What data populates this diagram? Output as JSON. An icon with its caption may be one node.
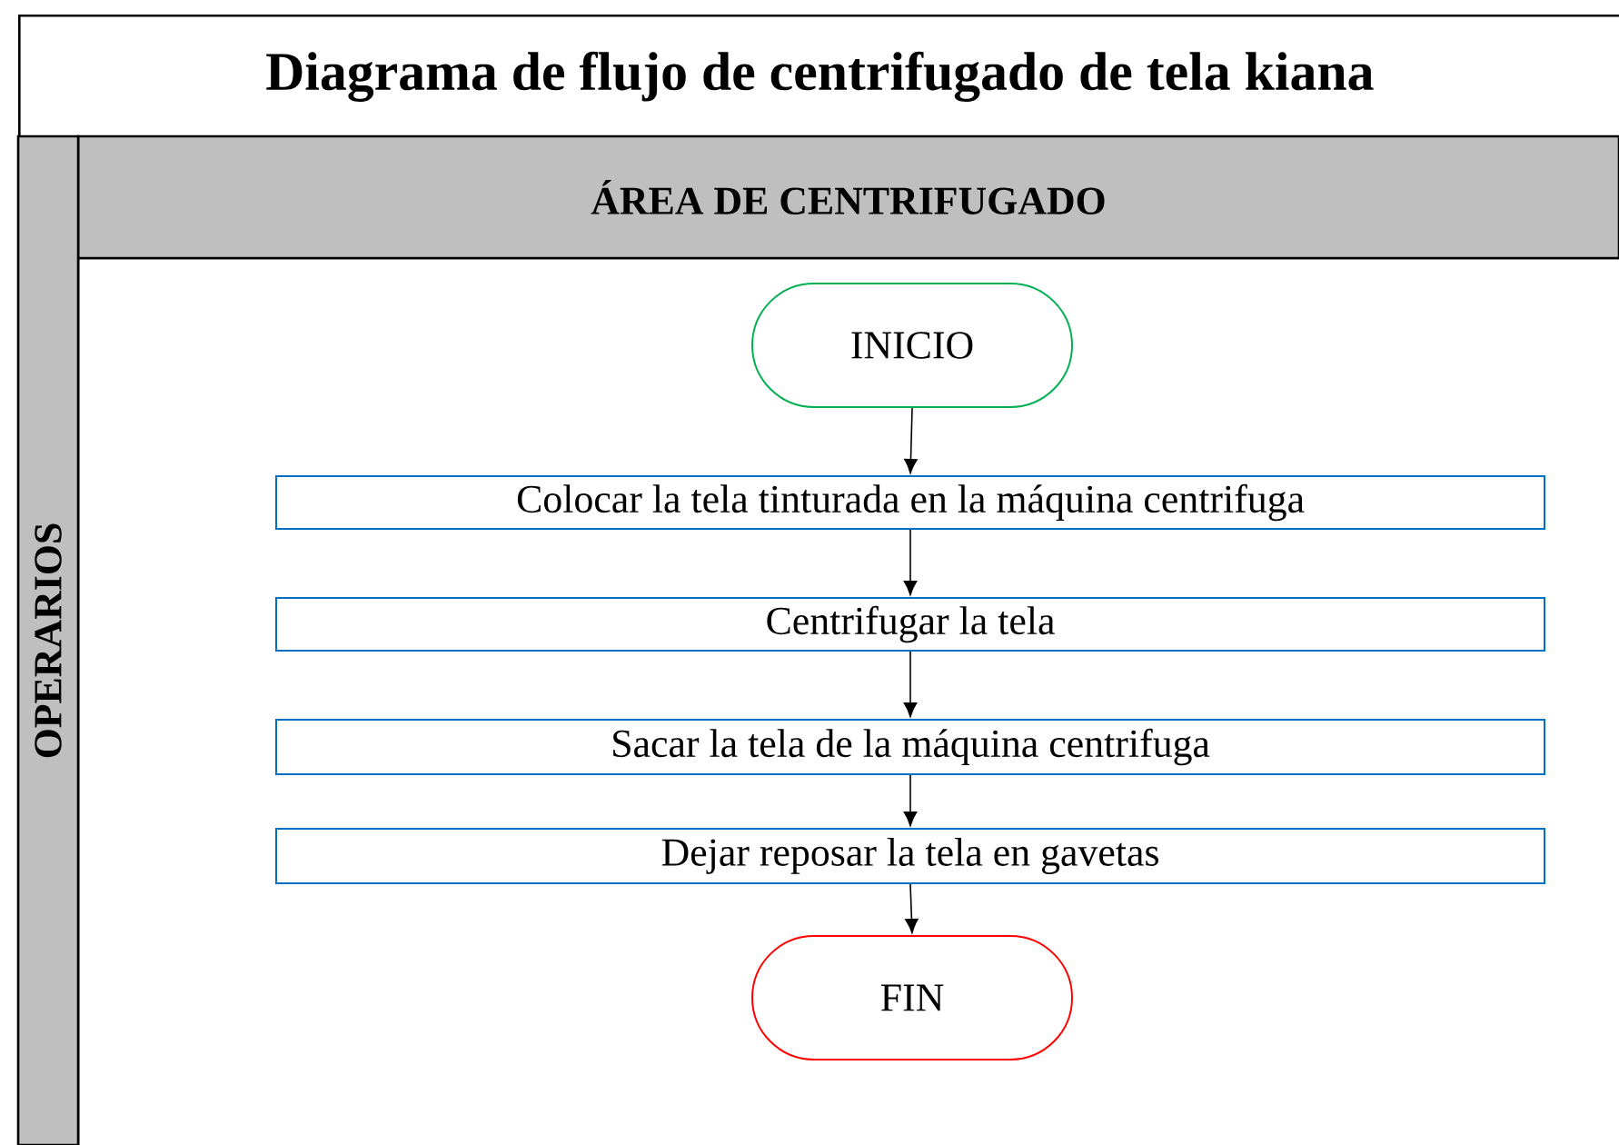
{
  "diagram": {
    "title": "Diagrama de flujo de centrifugado de tela kiana",
    "nodes": [
      {
        "text": [
          "ÁREA DE CENTRIFUGADO"
        ]
      },
      {
        "text": [
          "OPERARIOS"
        ]
      },
      {
        "text": [
          "INICIO"
        ]
      },
      {
        "text": [
          "Colocar la tela tinturada en la máquina centrifuga"
        ]
      },
      {
        "text": [
          "Centrifugar la tela"
        ]
      },
      {
        "text": [
          "Sacar la tela de la máquina centrifuga"
        ]
      },
      {
        "text": [
          "Dejar reposar la tela en gavetas"
        ]
      },
      {
        "text": [
          "FIN"
        ]
      }
    ],
    "edges": [
      {
        "from": 2,
        "to": 3,
        "arrow": "to"
      },
      {
        "from": 3,
        "to": 4,
        "arrow": "to"
      },
      {
        "from": 4,
        "to": 5,
        "arrow": "to"
      },
      {
        "from": 5,
        "to": 6,
        "arrow": "to"
      },
      {
        "from": 6,
        "to": 7,
        "arrow": "to"
      }
    ]
  }
}
